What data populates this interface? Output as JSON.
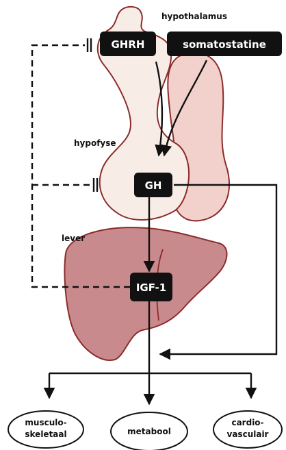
{
  "labels": {
    "hypothalamus": "hypothalamus",
    "hypofyse": "hypofyse",
    "lever": "lever"
  },
  "boxes": {
    "ghrh": "GHRH",
    "somatostatine": "somatostatine",
    "gh": "GH",
    "igf1": "IGF-1"
  },
  "outcomes": [
    {
      "line1": "musculo-",
      "line2": "skeletaal"
    },
    {
      "line1": "metabool",
      "line2": ""
    },
    {
      "line1": "cardio-",
      "line2": "vasculair"
    }
  ],
  "colors": {
    "organ_outline": "#8b2b2b",
    "hypothalamus_fill": "#f8ede6",
    "posterior_lobe_fill": "#f2d0cc",
    "liver_fill": "#c98a8d",
    "box_fill": "#111111"
  }
}
